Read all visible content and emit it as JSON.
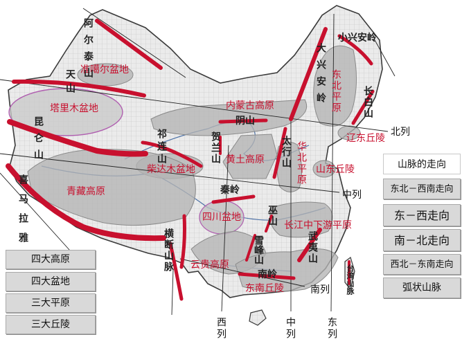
{
  "colors": {
    "mountain": "#c8102e",
    "label_red": "#c8102e",
    "basin_fill": "#b9b9b9",
    "button_bg": "#d9d9d9"
  },
  "regions": {
    "junggar": "准噶尔盆地",
    "tarim": "塔里木盆地",
    "qaidam": "柴达木盆地",
    "sichuan": "四川盆地",
    "qinghai_tibet": "青藏高原",
    "inner_mongolia": "内蒙古高原",
    "loess": "黄土高原",
    "yungui": "云贵高原",
    "northeast_plain": "东北平原",
    "north_china_plain": "华北平原",
    "yangtze_plain": "长江中下游平原",
    "liaodong": "辽东丘陵",
    "shandong": "山东丘陵",
    "southeast_hills": "东南丘陵"
  },
  "mountains": {
    "altai": "阿尔泰山",
    "tianshan": "天山",
    "kunlun": "昆仑山",
    "qilian": "祁连山",
    "himalaya": "喜马拉雅山",
    "hengduan": "横断山脉",
    "daxinganling": "大兴安岭",
    "xiaoxinganling": "小兴安岭",
    "changbai": "长白山",
    "yinshan": "阴山",
    "helan": "贺兰山",
    "qinling": "秦岭",
    "taihang": "太行山",
    "wushan": "巫山",
    "xuefeng": "雪峰山",
    "nanling": "南岭",
    "wuyi": "武夷山",
    "taiwan": "台湾山脉"
  },
  "rows": {
    "north": "北列",
    "middle": "中列",
    "south": "南列",
    "west": "西列",
    "center": "中列",
    "east": "东列"
  },
  "left_buttons": [
    "四大高原",
    "四大盆地",
    "三大平原",
    "三大丘陵"
  ],
  "right_panel": {
    "title": "山脉的走向",
    "buttons": [
      "东北－西南走向",
      "东－西走向",
      "南－北走向",
      "西北－东南走向",
      "弧状山脉"
    ]
  }
}
